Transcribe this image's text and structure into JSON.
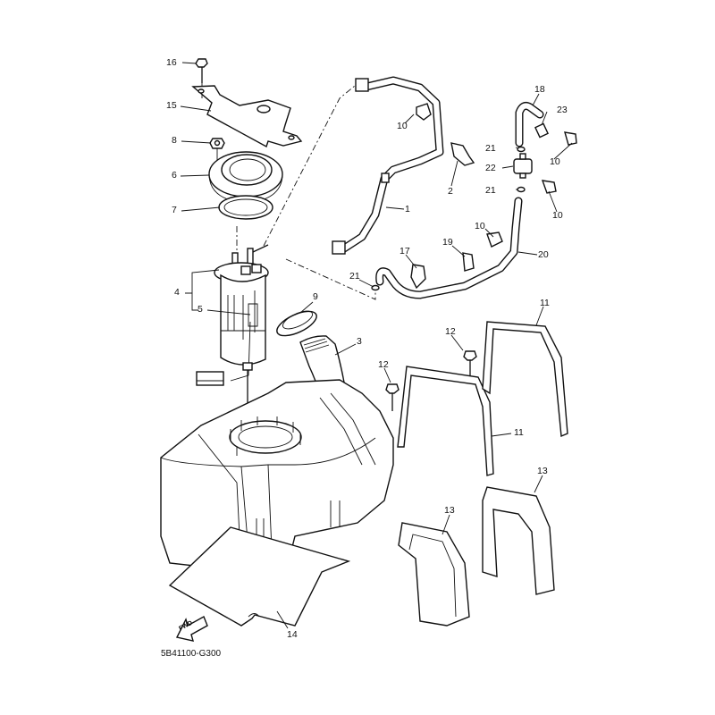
{
  "diagram": {
    "title": "Fuel tank exploded parts view",
    "code": "5B41100-G300",
    "direction_label": "FWD",
    "callouts": [
      {
        "id": "c16",
        "text": "16",
        "part": "bolt"
      },
      {
        "id": "c15",
        "text": "15",
        "part": "bracket"
      },
      {
        "id": "c8",
        "text": "8",
        "part": "nut"
      },
      {
        "id": "c6",
        "text": "6",
        "part": "retainer-ring"
      },
      {
        "id": "c7",
        "text": "7",
        "part": "gasket"
      },
      {
        "id": "c4",
        "text": "4",
        "part": "fuel-pump-assembly"
      },
      {
        "id": "c5",
        "text": "5",
        "part": "fuel-pump-component"
      },
      {
        "id": "c9",
        "text": "9",
        "part": "fuel-cap"
      },
      {
        "id": "c3",
        "text": "3",
        "part": "filler-neck"
      },
      {
        "id": "c10a",
        "text": "10",
        "part": "clamp"
      },
      {
        "id": "c1",
        "text": "1",
        "part": "fuel-hose"
      },
      {
        "id": "c2",
        "text": "2",
        "part": "holder"
      },
      {
        "id": "c18",
        "text": "18",
        "part": "breather-hose"
      },
      {
        "id": "c23",
        "text": "23",
        "part": "cap"
      },
      {
        "id": "c21a",
        "text": "21",
        "part": "clip"
      },
      {
        "id": "c22",
        "text": "22",
        "part": "valve"
      },
      {
        "id": "c21b",
        "text": "21",
        "part": "clip"
      },
      {
        "id": "c10b",
        "text": "10",
        "part": "clamp"
      },
      {
        "id": "c10c",
        "text": "10",
        "part": "clamp"
      },
      {
        "id": "c10d",
        "text": "10",
        "part": "clamp"
      },
      {
        "id": "c17",
        "text": "17",
        "part": "clamp"
      },
      {
        "id": "c19",
        "text": "19",
        "part": "clamp"
      },
      {
        "id": "c20",
        "text": "20",
        "part": "hose"
      },
      {
        "id": "c21c",
        "text": "21",
        "part": "clip"
      },
      {
        "id": "c11a",
        "text": "11",
        "part": "tank-band"
      },
      {
        "id": "c11b",
        "text": "11",
        "part": "tank-band"
      },
      {
        "id": "c12a",
        "text": "12",
        "part": "bolt"
      },
      {
        "id": "c12b",
        "text": "12",
        "part": "bolt"
      },
      {
        "id": "c13a",
        "text": "13",
        "part": "damper"
      },
      {
        "id": "c13b",
        "text": "13",
        "part": "damper"
      },
      {
        "id": "c14",
        "text": "14",
        "part": "protector-plate"
      }
    ]
  }
}
